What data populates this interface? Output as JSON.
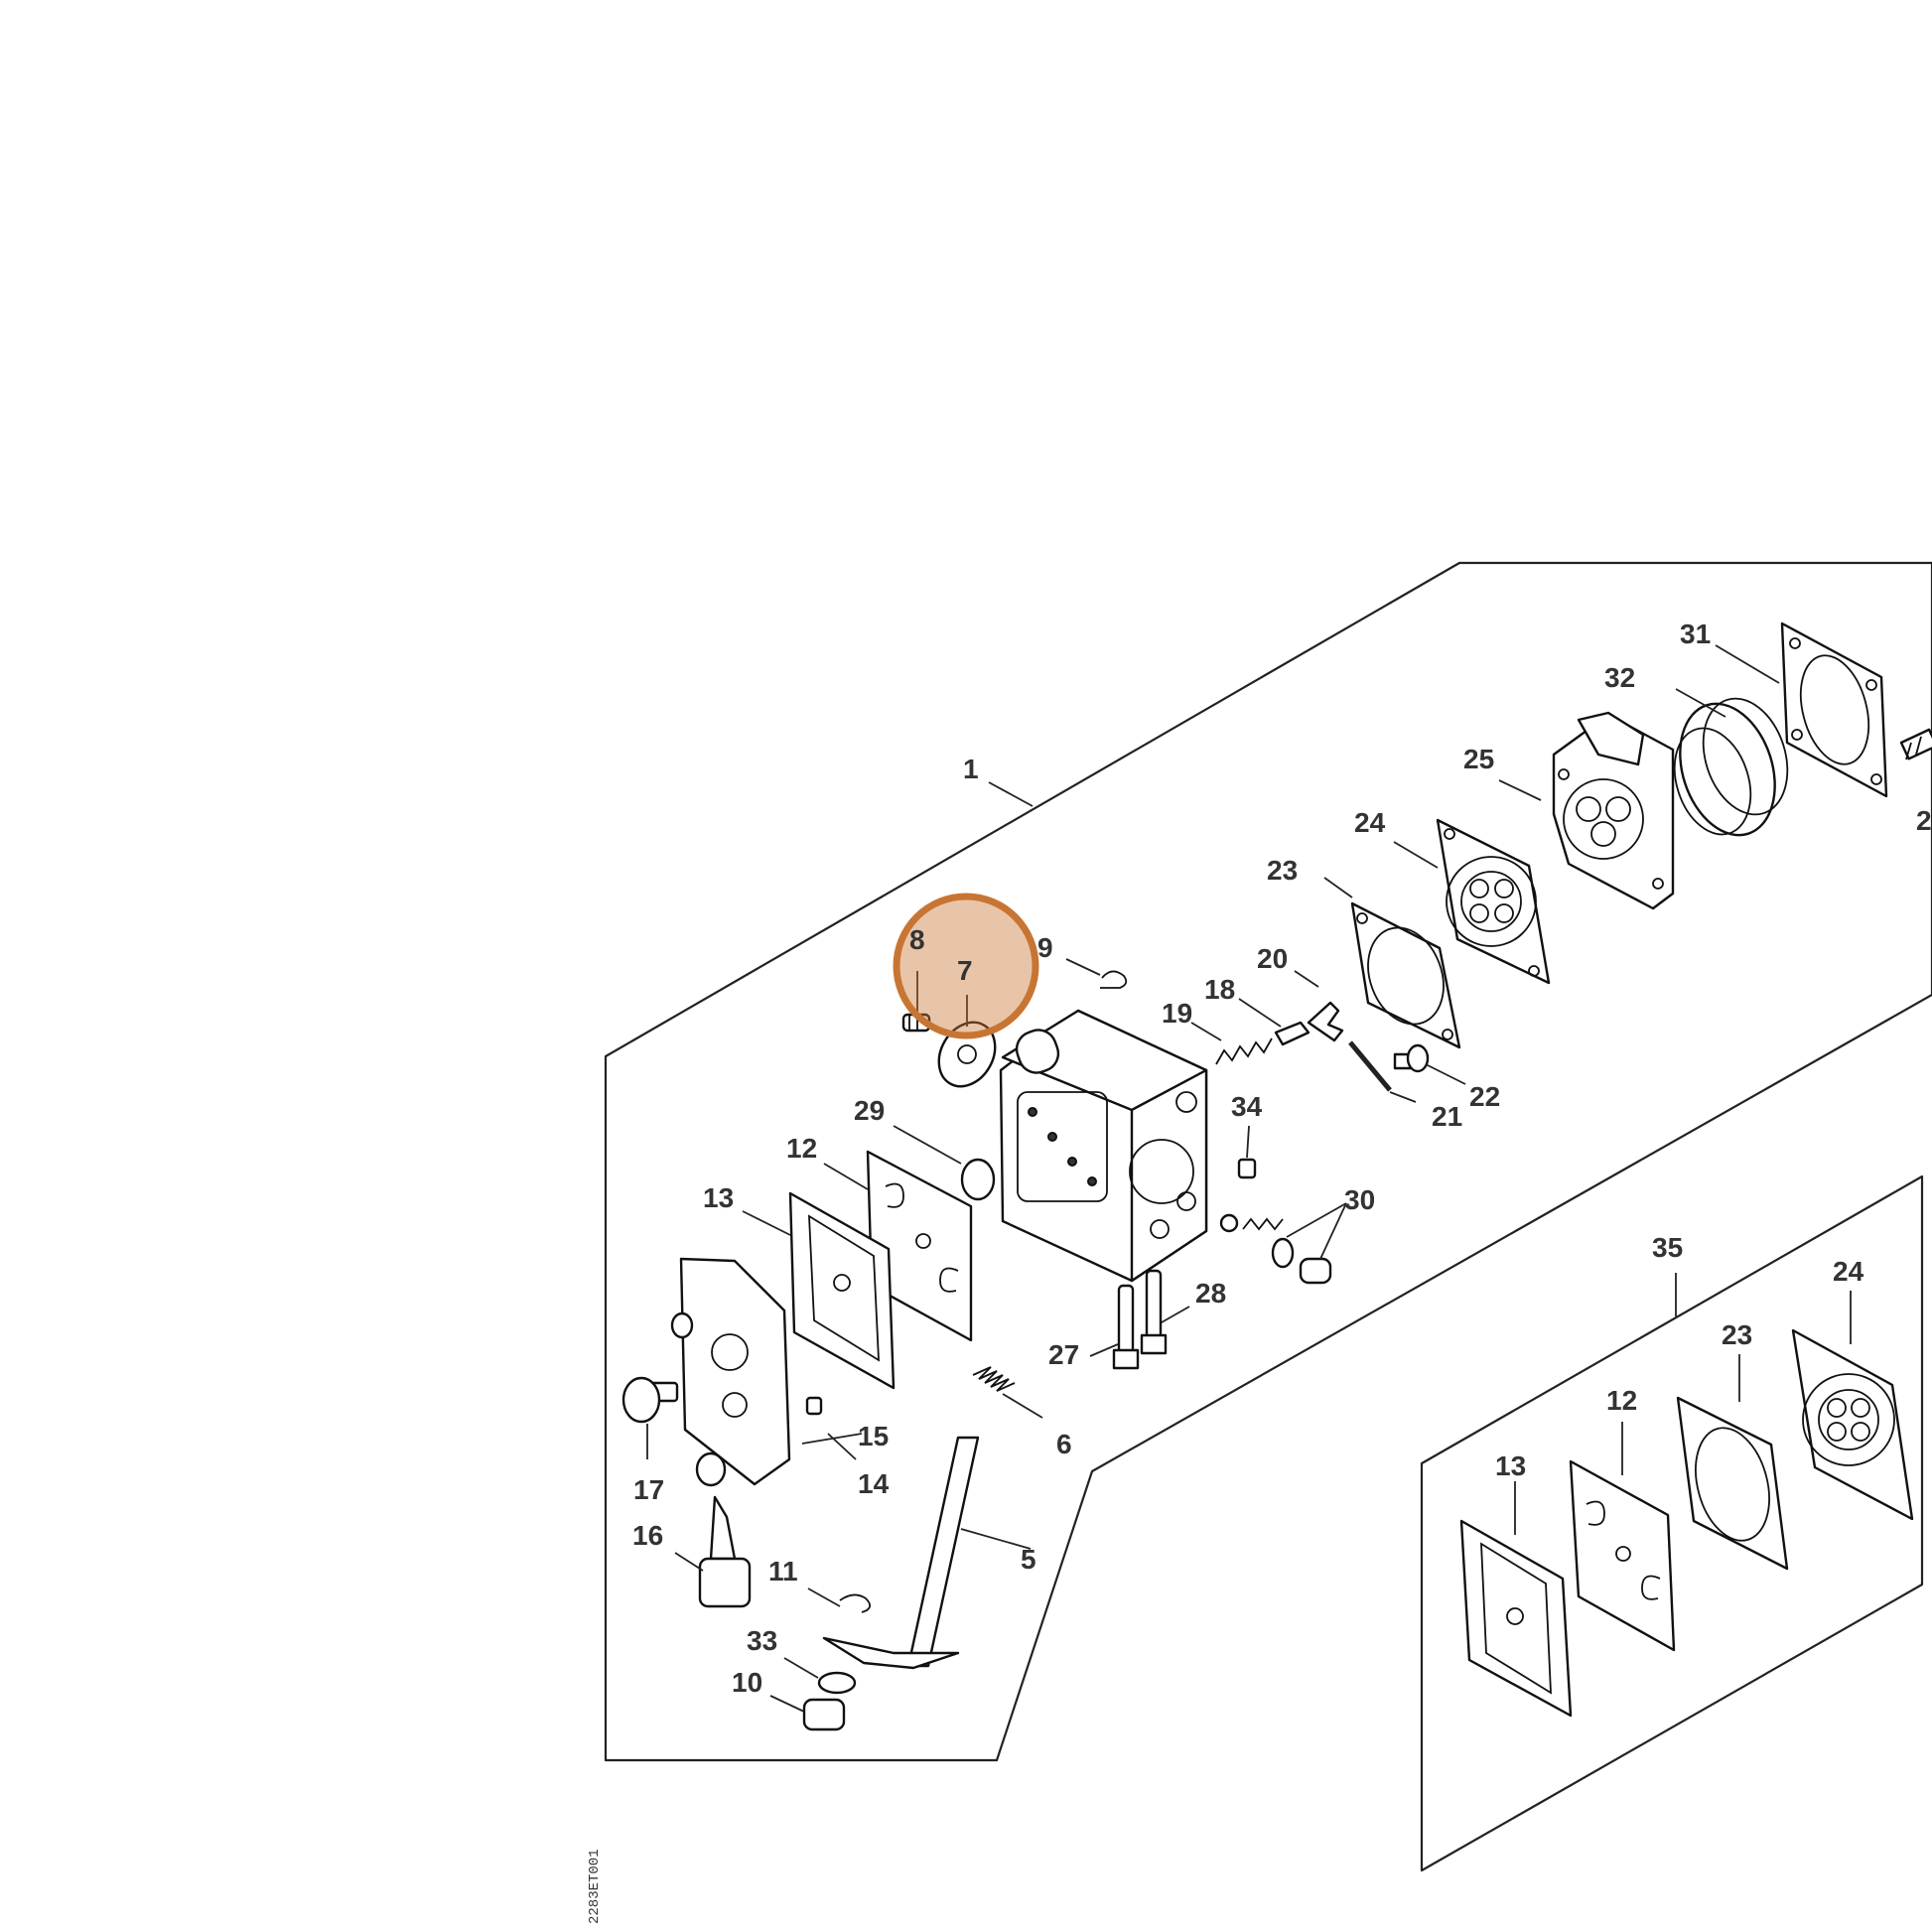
{
  "diagram": {
    "labels": [
      {
        "id": "p1",
        "text": "1"
      },
      {
        "id": "p2",
        "text": "2"
      },
      {
        "id": "p5",
        "text": "5"
      },
      {
        "id": "p6",
        "text": "6"
      },
      {
        "id": "p7",
        "text": "7"
      },
      {
        "id": "p8",
        "text": "8"
      },
      {
        "id": "p9",
        "text": "9"
      },
      {
        "id": "p10",
        "text": "10"
      },
      {
        "id": "p11",
        "text": "11"
      },
      {
        "id": "p12a",
        "text": "12"
      },
      {
        "id": "p12b",
        "text": "12"
      },
      {
        "id": "p13a",
        "text": "13"
      },
      {
        "id": "p13b",
        "text": "13"
      },
      {
        "id": "p14",
        "text": "14"
      },
      {
        "id": "p15",
        "text": "15"
      },
      {
        "id": "p16",
        "text": "16"
      },
      {
        "id": "p17",
        "text": "17"
      },
      {
        "id": "p18",
        "text": "18"
      },
      {
        "id": "p19",
        "text": "19"
      },
      {
        "id": "p20",
        "text": "20"
      },
      {
        "id": "p21",
        "text": "21"
      },
      {
        "id": "p22",
        "text": "22"
      },
      {
        "id": "p23a",
        "text": "23"
      },
      {
        "id": "p23b",
        "text": "23"
      },
      {
        "id": "p24a",
        "text": "24"
      },
      {
        "id": "p24b",
        "text": "24"
      },
      {
        "id": "p25",
        "text": "25"
      },
      {
        "id": "p27",
        "text": "27"
      },
      {
        "id": "p28",
        "text": "28"
      },
      {
        "id": "p29",
        "text": "29"
      },
      {
        "id": "p30",
        "text": "30"
      },
      {
        "id": "p31",
        "text": "31"
      },
      {
        "id": "p32",
        "text": "32"
      },
      {
        "id": "p33",
        "text": "33"
      },
      {
        "id": "p34",
        "text": "34"
      },
      {
        "id": "p35",
        "text": "35"
      }
    ],
    "highlight": {
      "label": "7",
      "color": "#c87533"
    },
    "drawing_code": "2283ET001"
  }
}
